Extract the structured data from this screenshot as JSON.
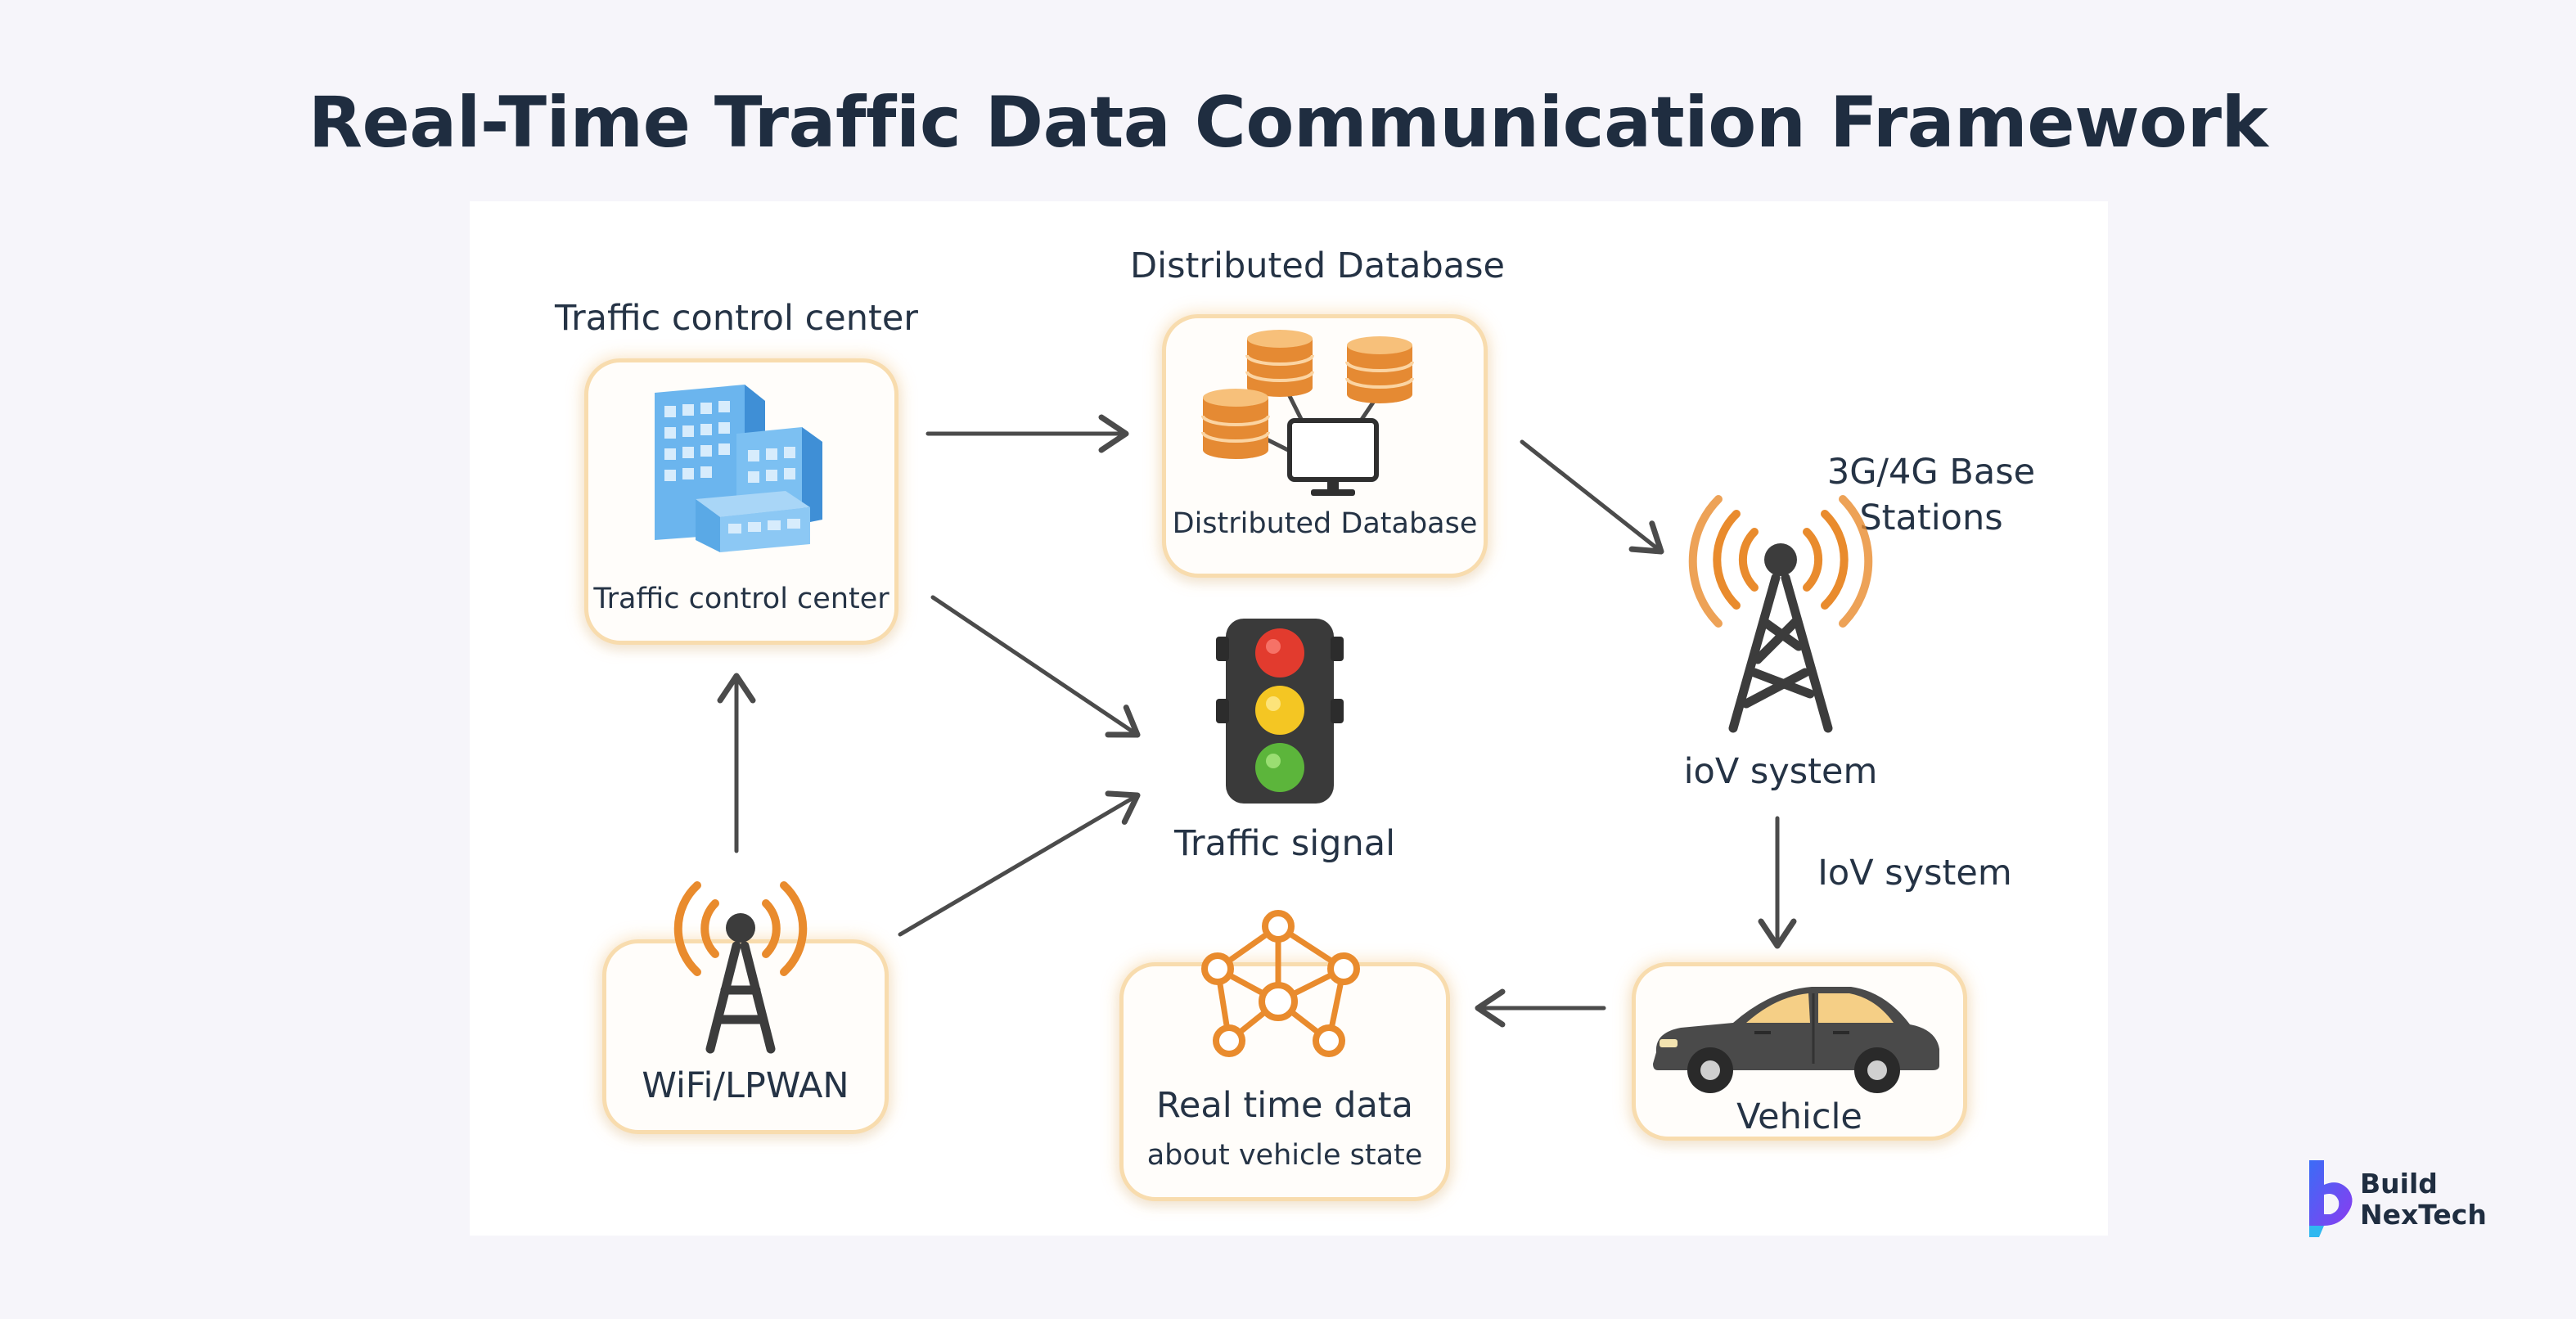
{
  "title": "Real-Time Traffic Data Communication Framework",
  "nodes": {
    "control_center": {
      "heading": "Traffic control center",
      "caption": "Traffic control center"
    },
    "database": {
      "heading": "Distributed Database",
      "caption": "Distributed Database"
    },
    "base_station": {
      "heading_line1": "3G/4G Base",
      "heading_line2": "Stations",
      "caption": "ioV system"
    },
    "traffic_signal": {
      "caption": "Traffic signal"
    },
    "wifi": {
      "caption": "WiFi/LPWAN"
    },
    "realtime": {
      "caption_line1": "Real time data",
      "caption_line2": "about vehicle state"
    },
    "vehicle": {
      "caption": "Vehicle"
    }
  },
  "edge_labels": {
    "iov": "IoV system"
  },
  "logo": {
    "line1": "Build",
    "line2": "NexTech"
  },
  "colors": {
    "accent_orange": "#e98b2d",
    "card_border": "#f8dcae",
    "arrow": "#4b4b4b",
    "building_blue": "#5aa9e6",
    "title": "#1f2d40"
  },
  "icons": [
    "building-icon",
    "database-icon",
    "tower-icon",
    "traffic-light-icon",
    "network-icon",
    "car-icon",
    "logo-icon"
  ]
}
